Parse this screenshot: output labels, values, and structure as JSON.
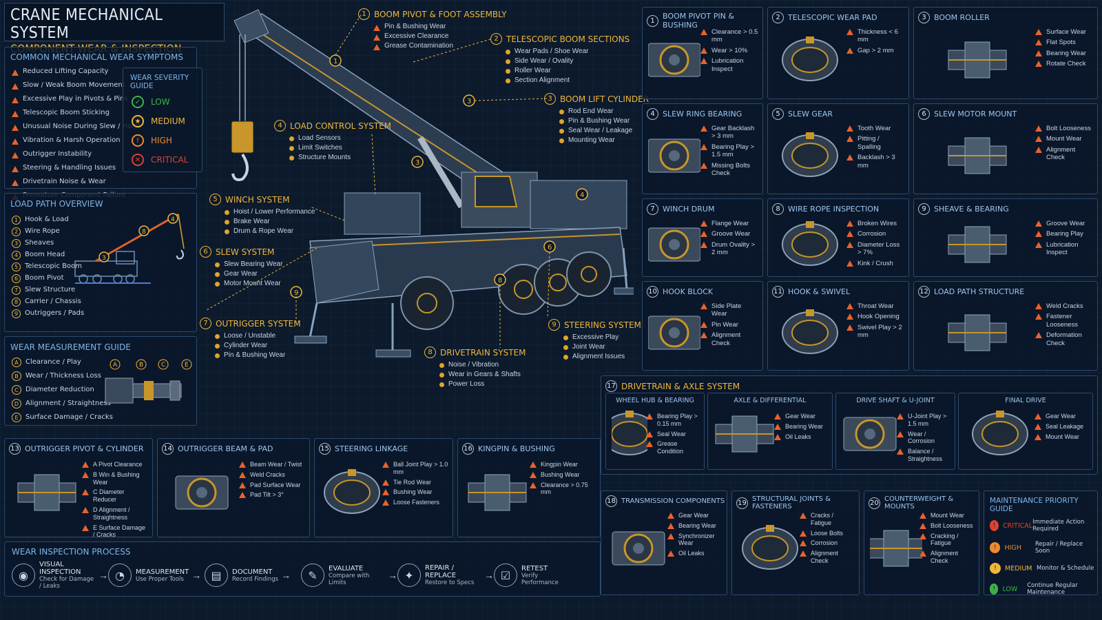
{
  "header": {
    "title": "CRANE MECHANICAL SYSTEM",
    "subtitle": "COMPONENT WEAR & INSPECTION"
  },
  "symptoms": {
    "title": "COMMON MECHANICAL WEAR SYMPTOMS",
    "items": [
      "Reduced Lifting Capacity",
      "Slow / Weak Boom Movement",
      "Excessive Play in Pivots & Pins",
      "Telescopic Boom Sticking",
      "Unusual Noise During Slew / Hoist",
      "Vibration & Harsh Operation",
      "Outrigger Instability",
      "Steering & Handling Issues",
      "Drivetrain Noise & Wear",
      "Premature Component Failure"
    ]
  },
  "severity": {
    "title": "WEAR SEVERITY GUIDE",
    "levels": [
      {
        "label": "LOW",
        "color": "#3fb24a"
      },
      {
        "label": "MEDIUM",
        "color": "#f0b63a"
      },
      {
        "label": "HIGH",
        "color": "#f08a2d"
      },
      {
        "label": "CRITICAL",
        "color": "#e2412f"
      }
    ]
  },
  "load_path": {
    "title": "LOAD PATH OVERVIEW",
    "items": [
      "Hook & Load",
      "Wire Rope",
      "Sheaves",
      "Boom Head",
      "Telescopic Boom",
      "Boom Pivot",
      "Slew Structure",
      "Carrier / Chassis",
      "Outriggers / Pads"
    ]
  },
  "measurement": {
    "title": "WEAR MEASUREMENT GUIDE",
    "items": [
      {
        "key": "A",
        "label": "Clearance / Play"
      },
      {
        "key": "B",
        "label": "Wear / Thickness Loss"
      },
      {
        "key": "C",
        "label": "Diameter Reduction"
      },
      {
        "key": "D",
        "label": "Alignment / Straightness"
      },
      {
        "key": "E",
        "label": "Surface Damage / Cracks"
      }
    ]
  },
  "callouts": [
    {
      "n": "1",
      "title": "BOOM PIVOT & FOOT ASSEMBLY",
      "style": "warn",
      "items": [
        "Pin & Bushing Wear",
        "Excessive Clearance",
        "Grease Contamination"
      ]
    },
    {
      "n": "2",
      "title": "TELESCOPIC BOOM SECTIONS",
      "style": "dot",
      "items": [
        "Wear Pads / Shoe Wear",
        "Side Wear / Ovality",
        "Roller Wear",
        "Section Alignment"
      ]
    },
    {
      "n": "3",
      "title": "BOOM LIFT CYLINDER",
      "style": "dot",
      "items": [
        "Rod End Wear",
        "Pin & Bushing Wear",
        "Seal Wear / Leakage",
        "Mounting Wear"
      ]
    },
    {
      "n": "4",
      "title": "LOAD CONTROL SYSTEM",
      "style": "dot",
      "items": [
        "Load Sensors",
        "Limit Switches",
        "Structure Mounts"
      ]
    },
    {
      "n": "5",
      "title": "WINCH SYSTEM",
      "style": "dot",
      "items": [
        "Hoist / Lower Performance",
        "Brake Wear",
        "Drum & Rope Wear"
      ]
    },
    {
      "n": "6",
      "title": "SLEW SYSTEM",
      "style": "dot",
      "items": [
        "Slew Bearing Wear",
        "Gear Wear",
        "Motor Mount Wear"
      ]
    },
    {
      "n": "7",
      "title": "OUTRIGGER SYSTEM",
      "style": "dot",
      "items": [
        "Loose / Unstable",
        "Cylinder Wear",
        "Pin & Bushing Wear"
      ]
    },
    {
      "n": "8",
      "title": "DRIVETRAIN SYSTEM",
      "style": "dot",
      "items": [
        "Noise / Vibration",
        "Wear in Gears & Shafts",
        "Power Loss"
      ]
    },
    {
      "n": "9",
      "title": "STEERING    SYSTEM",
      "style": "dot",
      "items": [
        "Excessive Play",
        "Joint Wear",
        "Alignment Issues"
      ]
    }
  ],
  "cards": [
    {
      "n": "1",
      "title": "BOOM PIVOT PIN & BUSHING",
      "items": [
        "Clearance > 0.5 mm",
        "Wear > 10%",
        "Lubrication Inspect"
      ]
    },
    {
      "n": "2",
      "title": "TELESCOPIC WEAR PAD",
      "items": [
        "Thickness < 6 mm",
        "Gap > 2 mm"
      ]
    },
    {
      "n": "3",
      "title": "BOOM ROLLER",
      "items": [
        "Surface Wear",
        "Flat Spots",
        "Bearing Wear",
        "Rotate Check"
      ]
    },
    {
      "n": "4",
      "title": "SLEW RING BEARING",
      "items": [
        "Gear Backlash > 3 mm",
        "Bearing Play > 1.5 mm",
        "Missing Bolts Check"
      ]
    },
    {
      "n": "5",
      "title": "SLEW GEAR",
      "items": [
        "Tooth Wear",
        "Pitting / Spalling",
        "Backlash > 3 mm"
      ]
    },
    {
      "n": "6",
      "title": "SLEW MOTOR MOUNT",
      "items": [
        "Bolt Looseness",
        "Mount Wear",
        "Alignment Check"
      ]
    },
    {
      "n": "7",
      "title": "WINCH DRUM",
      "items": [
        "Flange Wear",
        "Groove Wear",
        "Drum Ovality > 2 mm"
      ]
    },
    {
      "n": "8",
      "title": "WIRE ROPE INSPECTION",
      "items": [
        "Broken Wires",
        "Corrosion",
        "Diameter Loss > 7%",
        "Kink / Crush"
      ]
    },
    {
      "n": "9",
      "title": "SHEAVE & BEARING",
      "items": [
        "Groove Wear",
        "Bearing Play",
        "Lubrication Inspect"
      ]
    },
    {
      "n": "10",
      "title": "HOOK BLOCK",
      "items": [
        "Side Plate Wear",
        "Pin Wear",
        "Alignment Check"
      ]
    },
    {
      "n": "11",
      "title": "HOOK & SWIVEL",
      "items": [
        "Throat Wear",
        "Hook Opening",
        "Swivel Play > 2 mm"
      ]
    },
    {
      "n": "12",
      "title": "LOAD PATH STRUCTURE",
      "items": [
        "Weld Cracks",
        "Fastener Looseness",
        "Deformation Check"
      ]
    }
  ],
  "drivetrain": {
    "n": "17",
    "title": "DRIVETRAIN & AXLE SYSTEM",
    "subs": [
      {
        "title": "WHEEL HUB & BEARING",
        "items": [
          "Bearing Play > 0.15 mm",
          "Seal Wear",
          "Grease Condition"
        ]
      },
      {
        "title": "AXLE & DIFFERENTIAL",
        "items": [
          "Gear Wear",
          "Bearing Wear",
          "Oil Leaks"
        ]
      },
      {
        "title": "DRIVE SHAFT & U-JOINT",
        "items": [
          "U-Joint Play > 1.5 mm",
          "Wear / Corrosion",
          "Balance / Straightness"
        ]
      },
      {
        "title": "FINAL DRIVE",
        "items": [
          "Gear Wear",
          "Seal Leakage",
          "Mount Wear"
        ]
      }
    ]
  },
  "bottom_cards": [
    {
      "n": "13",
      "title": "OUTRIGGER PIVOT & CYLINDER",
      "items": [
        "A Pivot Clearance",
        "B Win & Bushing Wear",
        "C Diameter Reducer",
        "D Alignment / Straightness",
        "E Surface Damage / Cracks"
      ]
    },
    {
      "n": "14",
      "title": "OUTRIGGER BEAM & PAD",
      "items": [
        "Beam Wear / Twist",
        "Weld Cracks",
        "Pad Surface Wear",
        "Pad Tilt > 3°"
      ]
    },
    {
      "n": "15",
      "title": "STEERING LINKAGE",
      "items": [
        "Ball Joint Play > 1.0 mm",
        "Tie Rod Wear",
        "Bushing Wear",
        "Loose Fasteners"
      ]
    },
    {
      "n": "16",
      "title": "KINGPIN & BUSHING",
      "items": [
        "Kingpin Wear",
        "Bushing Wear",
        "Clearance > 0.75 mm"
      ]
    }
  ],
  "right_bottom": [
    {
      "n": "18",
      "title": "TRANSMISSION COMPONENTS",
      "items": [
        "Gear Wear",
        "Bearing Wear",
        "Synchronizer Wear",
        "Oil Leaks"
      ]
    },
    {
      "n": "19",
      "title": "STRUCTURAL JOINTS & FASTENERS",
      "items": [
        "Cracks / Fatigue",
        "Loose Bolts",
        "Corrosion",
        "Alignment Check"
      ]
    },
    {
      "n": "20",
      "title": "COUNTERWEIGHT & MOUNTS",
      "items": [
        "Mount Wear",
        "Bolt Looseness",
        "Cracking / Fatigue",
        "Alignment Check"
      ]
    }
  ],
  "priority": {
    "title": "MAINTENANCE PRIORITY GUIDE",
    "levels": [
      {
        "label": "CRITICAL",
        "desc": "Immediate Action Required",
        "color": "#e2412f"
      },
      {
        "label": "HIGH",
        "desc": "Repair / Replace Soon",
        "color": "#f08a2d"
      },
      {
        "label": "MEDIUM",
        "desc": "Monitor & Schedule",
        "color": "#f0b63a"
      },
      {
        "label": "LOW",
        "desc": "Continue Regular Maintenance",
        "color": "#3fb24a"
      }
    ]
  },
  "process": {
    "title": "WEAR INSPECTION PROCESS",
    "steps": [
      {
        "title": "VISUAL INSPECTION",
        "desc": "Check for Damage / Leaks",
        "icon": "eye-icon"
      },
      {
        "title": "MEASUREMENT",
        "desc": "Use Proper Tools",
        "icon": "gauge-icon"
      },
      {
        "title": "DOCUMENT",
        "desc": "Record Findings",
        "icon": "clipboard-icon"
      },
      {
        "title": "EVALUATE",
        "desc": "Compare with Limits",
        "icon": "evaluate-icon"
      },
      {
        "title": "REPAIR / REPLACE",
        "desc": "Restore to Specs",
        "icon": "wrench-icon"
      },
      {
        "title": "RETEST",
        "desc": "Verify Performance",
        "icon": "checklist-icon"
      }
    ]
  }
}
